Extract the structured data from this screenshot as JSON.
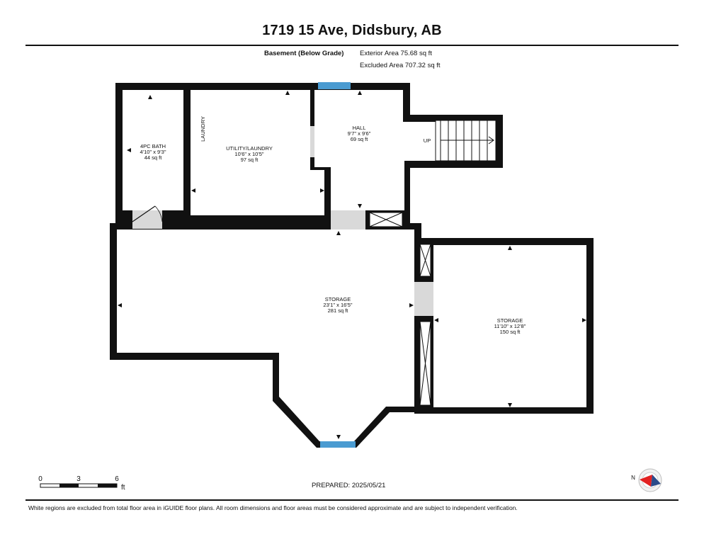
{
  "title": "1719 15 Ave, Didsbury, AB",
  "level": {
    "name": "Basement (Below Grade)",
    "exterior_area": "Exterior Area 75.68 sq ft",
    "excluded_area": "Excluded Area 707.32 sq ft"
  },
  "rooms": {
    "bath": {
      "name": "4PC BATH",
      "dims": "4'10\" x 9'3\"",
      "area": "44 sq ft"
    },
    "utility": {
      "name": "UTILITY/LAUNDRY",
      "dims": "10'6\" x 10'5\"",
      "area": "97 sq ft",
      "side_label": "LAUNDRY"
    },
    "hall": {
      "name": "HALL",
      "dims": "9'7\" x 9'6\"",
      "area": "69 sq ft",
      "stair_label": "UP"
    },
    "storage_main": {
      "name": "STORAGE",
      "dims": "23'1\" x 16'5\"",
      "area": "281 sq ft"
    },
    "storage_east": {
      "name": "STORAGE",
      "dims": "11'10\" x 12'8\"",
      "area": "150 sq ft"
    }
  },
  "scale": {
    "ticks": [
      "0",
      "3",
      "6"
    ],
    "unit": "ft"
  },
  "prepared": "PREPARED: 2025/05/21",
  "compass": {
    "label": "N"
  },
  "footer": "White regions are excluded from total floor area in iGUIDE floor plans. All room dimensions and floor areas must be considered approximate and are subject to independent verification."
}
